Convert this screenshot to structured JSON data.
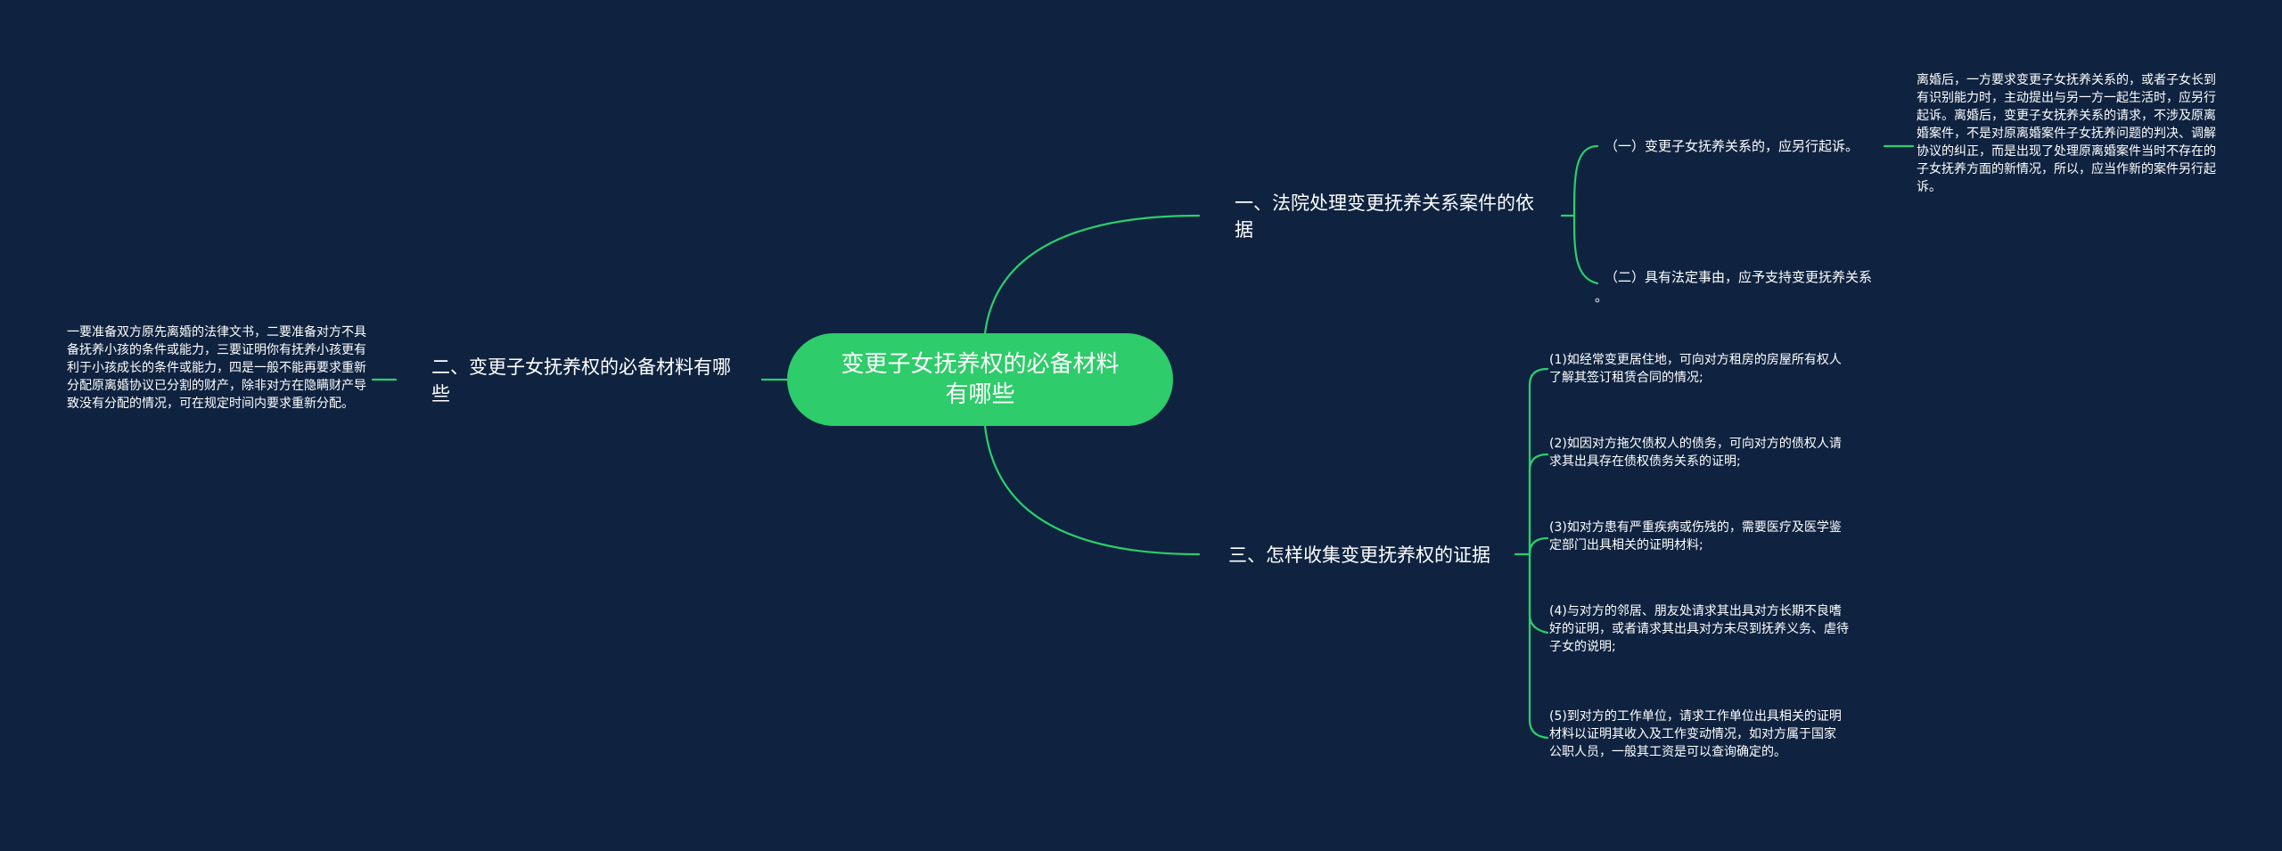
{
  "root": {
    "title": "变更子女抚养权的必备材料有哪些"
  },
  "branches": [
    {
      "label": "一、法院处理变更抚养关系案件的依据",
      "children": [
        {
          "label": "（一）变更子女抚养关系的，应另行起诉。",
          "detail": "离婚后，一方要求变更子女抚养关系的，或者子女长到有识别能力时，主动提出与另一方一起生活时，应另行起诉。离婚后，变更子女抚养关系的请求，不涉及原离婚案件，不是对原离婚案件子女抚养问题的判决、调解协议的纠正，而是出现了处理原离婚案件当时不存在的子女抚养方面的新情况，所以，应当作新的案件另行起诉。"
        },
        {
          "label": "（二）具有法定事由，应予支持变更抚养关系",
          "trail": "。"
        }
      ]
    },
    {
      "label": "二、变更子女抚养权的必备材料有哪些",
      "children": [
        {
          "detail": "一要准备双方原先离婚的法律文书，二要准备对方不具备抚养小孩的条件或能力，三要证明你有抚养小孩更有利于小孩成长的条件或能力，四是一般不能再要求重新分配原离婚协议已分割的财产，除非对方在隐瞒财产导致没有分配的情况，可在规定时间内要求重新分配。"
        }
      ]
    },
    {
      "label": "三、怎样收集变更抚养权的证据",
      "children": [
        {
          "label": "(1)如经常变更居住地，可向对方租房的房屋所有权人了解其签订租赁合同的情况;"
        },
        {
          "label": "(2)如因对方拖欠债权人的债务，可向对方的债权人请求其出具存在债权债务关系的证明;"
        },
        {
          "label": "(3)如对方患有严重疾病或伤残的，需要医疗及医学鉴定部门出具相关的证明材料;"
        },
        {
          "label": "(4)与对方的邻居、朋友处请求其出具对方长期不良嗜好的证明，或者请求其出具对方未尽到抚养义务、虐待子女的说明;"
        },
        {
          "label": "(5)到对方的工作单位，请求工作单位出具相关的证明材料以证明其收入及工作变动情况，如对方属于国家公职人员，一般其工资是可以查询确定的。"
        }
      ]
    }
  ],
  "colors": {
    "background": "#0f2340",
    "accent": "#2ecc6a",
    "line": "#2ad06a",
    "text": "#ffffff"
  }
}
